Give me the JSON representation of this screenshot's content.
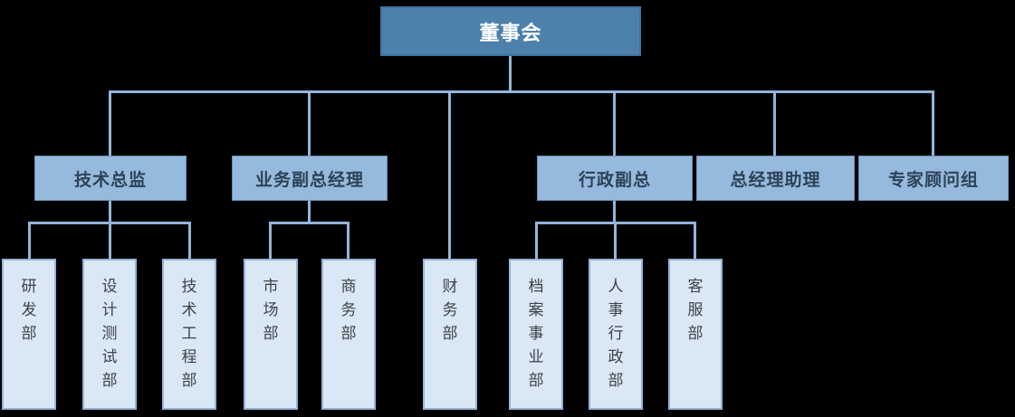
{
  "org": {
    "root": {
      "label": "董事会"
    },
    "managers": [
      {
        "label": "技术总监",
        "children": [
          {
            "label": "研发部"
          },
          {
            "label": "设计测试部"
          },
          {
            "label": "技术工程部"
          }
        ]
      },
      {
        "label": "业务副总经理",
        "children": [
          {
            "label": "市场部"
          },
          {
            "label": "商务部"
          }
        ]
      },
      {
        "label": "行政副总",
        "children": [
          {
            "label": "档案事业部"
          },
          {
            "label": "人事行政部"
          },
          {
            "label": "客服部"
          }
        ]
      },
      {
        "label": "总经理助理",
        "children": []
      },
      {
        "label": "专家顾问组",
        "children": []
      }
    ],
    "board_departments": [
      {
        "label": "财务部"
      }
    ]
  },
  "palette": {
    "bg": "#000000",
    "level1_fill": "#4d80ab",
    "level1_border": "#41729c",
    "level1_text": "#ffffff",
    "level2_fill": "#95badd",
    "level2_border": "#6b92b8",
    "level2_text": "#2d4257",
    "level3_fill": "#dae7f5",
    "level3_border": "#95b3d7",
    "level3_text": "#3e4347",
    "connector": "#93b5d9"
  }
}
